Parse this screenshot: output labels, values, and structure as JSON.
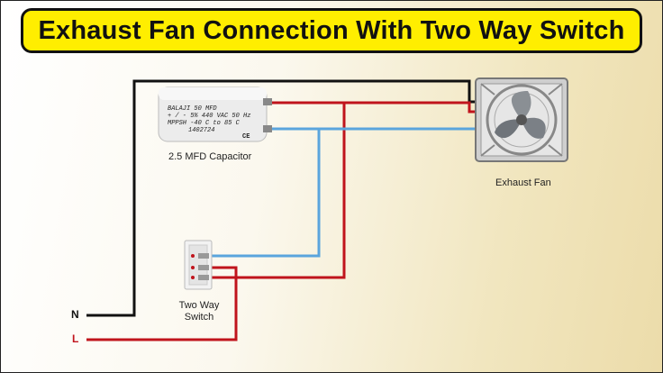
{
  "title": "Exhaust Fan Connection With Two Way Switch",
  "capacitor": {
    "label": "2.5 MFD Capacitor",
    "print_lines": [
      "BALAJI 50 MFD",
      "+ / - 5%  440 VAC 50 Hz",
      "MPPSH -40  C to  85  C",
      "1402724"
    ],
    "symbol": "CE"
  },
  "fan": {
    "label": "Exhaust Fan"
  },
  "switch": {
    "label_line1": "Two Way",
    "label_line2": "Switch"
  },
  "terminals": {
    "neutral": "N",
    "line": "L"
  },
  "colors": {
    "neutral_wire": "#111111",
    "line_wire": "#c0141c",
    "capacitor_wire": "#5aa5dd",
    "title_bg": "#ffee00"
  }
}
